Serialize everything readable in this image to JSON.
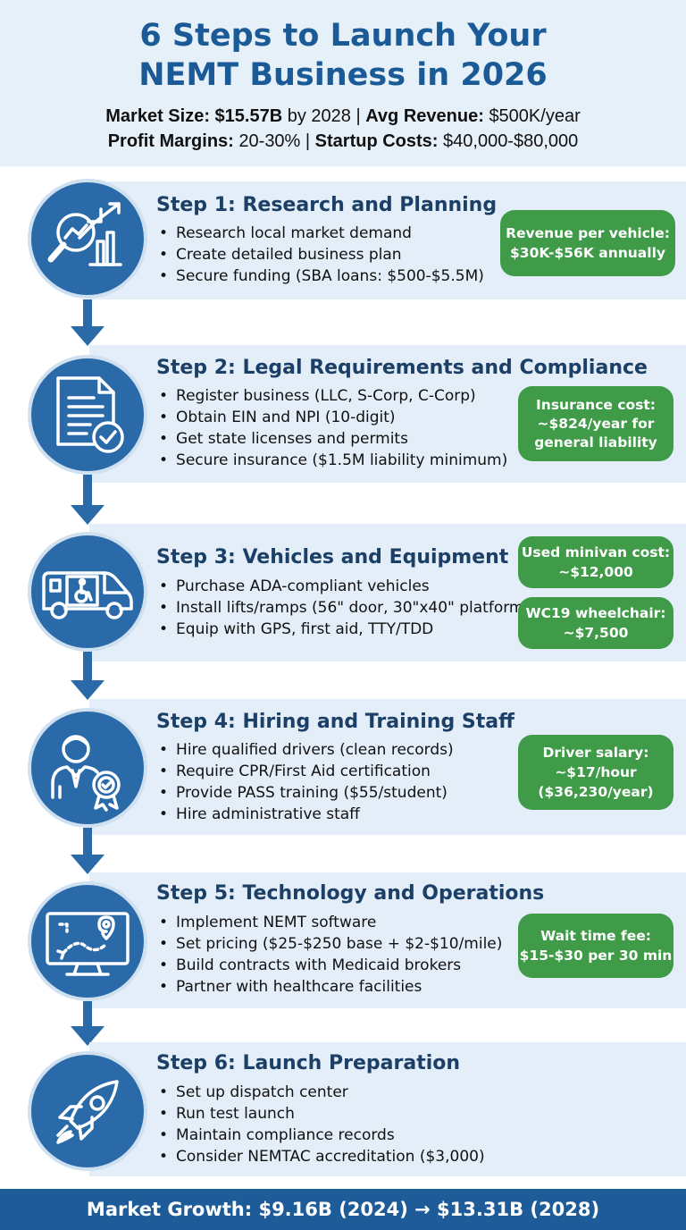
{
  "header": {
    "title_line1": "6 Steps to Launch Your",
    "title_line2": "NEMT Business in 2026",
    "stats_line1": {
      "market_label": "Market Size:",
      "market_value": "$15.57B",
      "market_suffix": "by 2028 |",
      "revenue_label": "Avg Revenue:",
      "revenue_value": "$500K/year"
    },
    "stats_line2": {
      "margin_label": "Profit Margins:",
      "margin_value": "20-30% |",
      "startup_label": "Startup Costs:",
      "startup_value": "$40,000-$80,000"
    }
  },
  "steps": [
    {
      "title": "Step 1: Research and Planning",
      "icon": "magnifier-chart-icon",
      "bullets": [
        "Research local market demand",
        "Create detailed business plan",
        "Secure funding (SBA loans: $500-$5.5M)"
      ],
      "badges": [
        {
          "line1": "Revenue per vehicle:",
          "line2": "$30K-$56K annually"
        }
      ]
    },
    {
      "title": "Step 2: Legal Requirements and Compliance",
      "icon": "document-check-icon",
      "bullets": [
        "Register business (LLC, S-Corp, C-Corp)",
        "Obtain EIN and NPI (10-digit)",
        "Get state licenses and permits",
        "Secure insurance ($1.5M liability minimum)"
      ],
      "badges": [
        {
          "line1": "Insurance cost:",
          "line2": "~$824/year for",
          "line3": "general liability"
        }
      ]
    },
    {
      "title": "Step 3: Vehicles and Equipment",
      "icon": "wheelchair-van-icon",
      "bullets": [
        "Purchase ADA-compliant vehicles",
        "Install lifts/ramps (56\" door, 30\"x40\" platform",
        "Equip with GPS, first aid, TTY/TDD"
      ],
      "badges": [
        {
          "line1": "Used minivan cost:",
          "line2": "~$12,000"
        },
        {
          "line1": "WC19 wheelchair:",
          "line2": "~$7,500"
        }
      ]
    },
    {
      "title": "Step 4: Hiring and Training Staff",
      "icon": "staff-certified-icon",
      "bullets": [
        "Hire qualified drivers (clean records)",
        "Require CPR/First Aid certification",
        "Provide PASS training ($55/student)",
        "Hire administrative staff"
      ],
      "badges": [
        {
          "line1": "Driver salary:",
          "line2": "~$17/hour",
          "line3": "($36,230/year)"
        }
      ]
    },
    {
      "title": "Step 5: Technology and Operations",
      "icon": "monitor-route-icon",
      "bullets": [
        "Implement NEMT software",
        "Set pricing ($25-$250 base + $2-$10/mile)",
        "Build contracts with Medicaid brokers",
        "Partner with healthcare facilities"
      ],
      "badges": [
        {
          "line1": "Wait time fee:",
          "line2": "$15-$30 per 30 min"
        }
      ]
    },
    {
      "title": "Step 6: Launch Preparation",
      "icon": "rocket-icon",
      "bullets": [
        "Set up dispatch center",
        "Run test launch",
        "Maintain compliance records",
        "Consider NEMTAC accreditation ($3,000)"
      ],
      "badges": []
    }
  ],
  "footer": {
    "text": "Market Growth: $9.16B (2024) → $13.31B (2028)"
  },
  "colors": {
    "primary_blue": "#2a6aa8",
    "title_blue": "#1a5a96",
    "band_bg": "#e3eef8",
    "badge_green": "#3f9b48",
    "footer_blue": "#1d5c98"
  }
}
